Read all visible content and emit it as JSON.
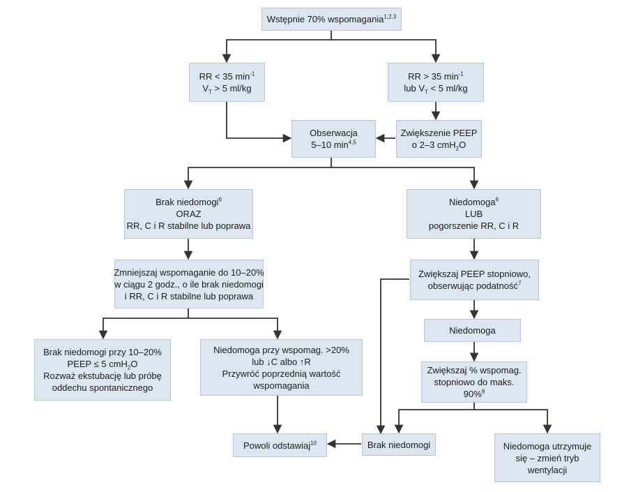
{
  "nodes": {
    "start": {
      "l1": "Wstępnie 70% wspomagania",
      "l1_sup": "1,2,3"
    },
    "rr_low": {
      "l1": "RR < 35 min",
      "l1_sup": "-1",
      "l2a": "V",
      "l2_sub": "T",
      "l2b": " > 5 ml/kg"
    },
    "rr_high": {
      "l1": "RR > 35 min",
      "l1_sup": "-1",
      "l2a": "lub V",
      "l2_sub": "T",
      "l2b": " < 5 ml/kg"
    },
    "observation": {
      "l1": "Obserwacja",
      "l2": "5–10 min",
      "l2_sup": "4,5"
    },
    "peep_increase": {
      "l1": "Zwiększenie PEEP",
      "l2a": "o 2–3 cmH",
      "l2_sub": "2",
      "l2b": "O"
    },
    "no_failure": {
      "l1": "Brak niedomogi",
      "l1_sup": "6",
      "l2": "ORAZ",
      "l3": "RR, C i R stabilne lub poprawa"
    },
    "failure": {
      "l1": "Niedomoga",
      "l1_sup": "6",
      "l2": "LUB",
      "l3": "pogorszenie RR, C i R"
    },
    "reduce_support": {
      "l1": "Zmniejszaj wspomaganie do 10–20%",
      "l2": "w ciągu 2 godz., o ile brak niedomogi",
      "l3": "i RR, C i R stabilne lub poprawa"
    },
    "increase_peep_gradual": {
      "l1": "Zwiększaj PEEP stopniowo,",
      "l2": "obserwując podatność",
      "l2_sup": "7"
    },
    "failure2": {
      "l1": "Niedomoga"
    },
    "no_failure_low": {
      "l1": "Brak niedomogi przy 10–20%",
      "l2a": "PEEP ≤ 5 cmH",
      "l2_sub": "2",
      "l2b": "O",
      "l3": "Rozważ ekstubację lub próbę",
      "l4": "oddechu spontanicznego"
    },
    "failure_high": {
      "l1": "Niedomoga przy wspomag. >20%",
      "l2": "lub ↓C albo ↑R",
      "l3": "Przywróć poprzednią wartość",
      "l4": "wspomagania"
    },
    "increase_pct": {
      "l1": "Zwiększaj % wspomag.",
      "l2": "stopniowo do maks.",
      "l3": "90%",
      "l3_sup": "8"
    },
    "slow_wean": {
      "l1": "Powoli odstawiaj",
      "l1_sup": "10"
    },
    "no_failure_final": {
      "l1": "Brak niedomogi"
    },
    "persistent_failure": {
      "l1": "Niedomoga utrzymuje",
      "l2": "się – zmień tryb",
      "l3": "wentylacji"
    }
  }
}
